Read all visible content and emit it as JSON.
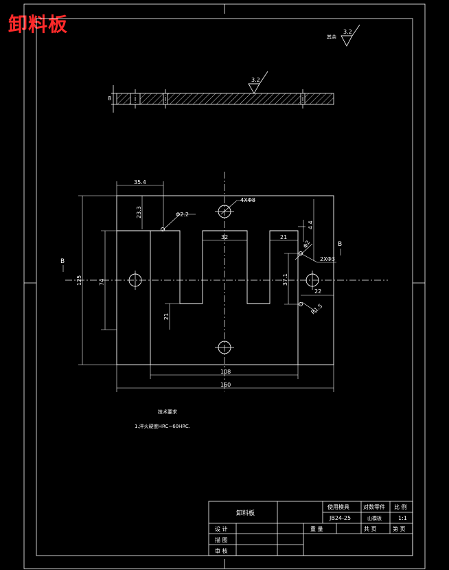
{
  "watermark": "卸料板",
  "roughness": {
    "other_label": "其余",
    "other_value": "3.2",
    "top_value": "3.2"
  },
  "section": {
    "label_left": "B",
    "label_right": "B",
    "thickness": "8"
  },
  "dimensions": {
    "d35_4": "35.4",
    "d23_3": "23.3",
    "hole_small": "Φ2.2",
    "holes_4x": "4XΦ8",
    "d32": "32",
    "d21_top": "21",
    "d4_4": "4.4",
    "phi2": "Φ2",
    "holes_2x": "2XΦ3",
    "d125": "125",
    "d74": "74",
    "d37_1": "37.1",
    "d22": "22",
    "d21_left": "21",
    "r15": "R1.5",
    "d108": "108",
    "d160": "160"
  },
  "notes": {
    "title": "技术要求",
    "item1": "1.淬火硬度HRC~60HRC."
  },
  "title_block": {
    "part_name": "卸料板",
    "use_mold_label": "使用模具",
    "use_mold_value": "JB24-25",
    "counterpart_label": "对数零件",
    "counterpart_value": "山模板",
    "scale_label": "比 例",
    "scale_value": "1:1",
    "design_label": "设 计",
    "draw_label": "描 图",
    "review_label": "审 核",
    "weight_label": "重 量",
    "total_pages": "共  页",
    "page_no": "第  页"
  }
}
